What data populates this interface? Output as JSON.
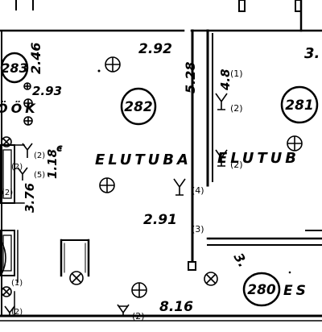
{
  "rooms": [
    {
      "number": "283"
    },
    {
      "number": "282"
    },
    {
      "number": "281"
    },
    {
      "number": "280"
    }
  ],
  "room_names": {
    "left_partial": "ÖÖK",
    "center": "ELUTUBA",
    "right": "ELUTUB",
    "bottom_right": "ES"
  },
  "dimensions": {
    "d_246": "2.46",
    "d_293": "2.93",
    "d_292": "2.92",
    "d_528": "5.28",
    "d_48": "4.8",
    "d_118": "1.18",
    "d_376": "3.76",
    "d_291": "2.91",
    "d_816": "8.16",
    "d_3_right": "3.",
    "d_3_bottom_right": "3.",
    "d_c": "c"
  },
  "refs": {
    "r1": "(1)",
    "r2": "(2)",
    "r2b": "(2)",
    "r4": "(4)",
    "r3": "(3)",
    "r2c": "(2)",
    "r2d": "(2)",
    "r5": "(5)",
    "r2e": "(2)",
    "r2f": "(2)",
    "r1b": "(1)",
    "r2g": "(2)"
  }
}
